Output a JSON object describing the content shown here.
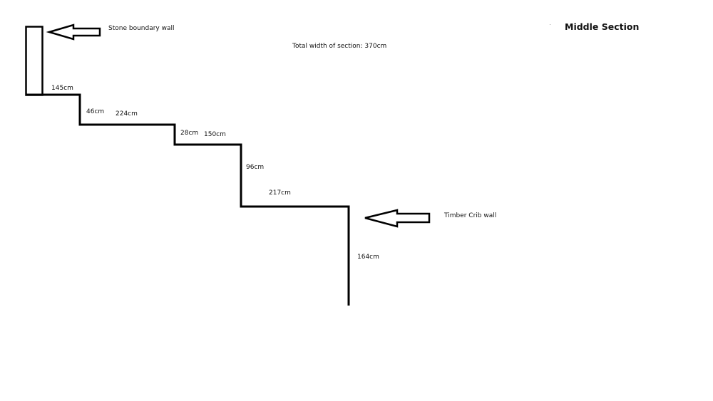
{
  "title": "Middle Section",
  "total_width": "Total width of section: 370cm",
  "labels": {
    "stone_wall": "Stone boundary wall",
    "timber_wall": "Timber Crib wall"
  },
  "dimensions": {
    "d145": "145cm",
    "d46": "46cm",
    "d224": "224cm",
    "d28": "28cm",
    "d150": "150cm",
    "d96": "96cm",
    "d217": "217cm",
    "d164": "164cm"
  },
  "colors": {
    "stroke": "#000000",
    "background": "#ffffff"
  }
}
